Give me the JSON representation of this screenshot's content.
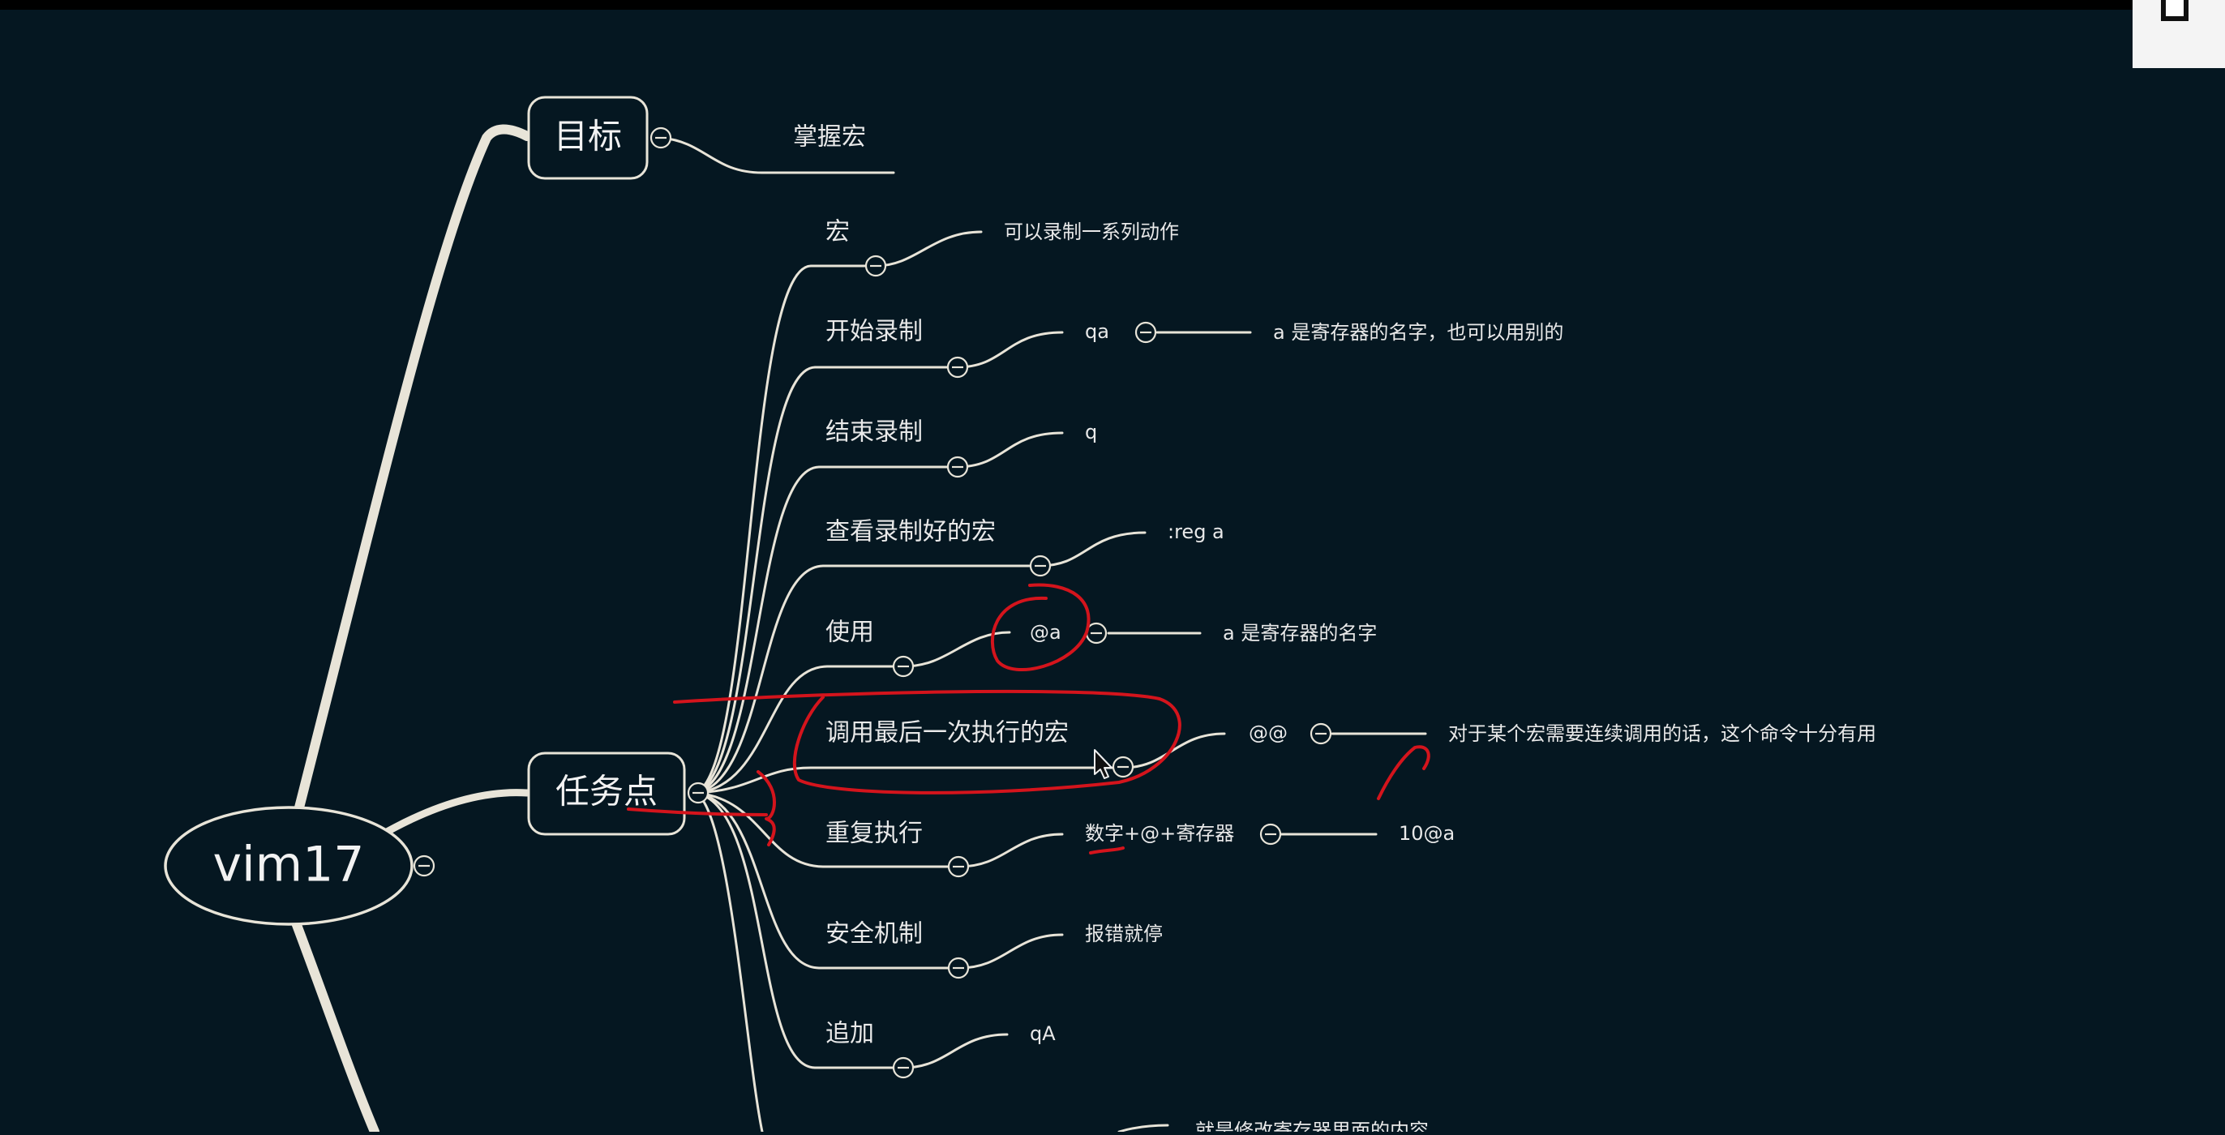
{
  "root": {
    "label": "vim17"
  },
  "goal": {
    "label": "目标",
    "child": "掌握宏"
  },
  "tasks": {
    "label": "任务点",
    "items": [
      {
        "label": "宏",
        "detail": "可以录制一系列动作"
      },
      {
        "label": "开始录制",
        "detail": "qa",
        "note": "a 是寄存器的名字，也可以用别的"
      },
      {
        "label": "结束录制",
        "detail": "q"
      },
      {
        "label": "查看录制好的宏",
        "detail": ":reg a"
      },
      {
        "label": "使用",
        "detail": "@a",
        "note": "a 是寄存器的名字"
      },
      {
        "label": "调用最后一次执行的宏",
        "detail": "@@",
        "note": "对于某个宏需要连续调用的话，这个命令十分有用"
      },
      {
        "label": "重复执行",
        "detail": "数字+@+寄存器",
        "note": "10@a"
      },
      {
        "label": "安全机制",
        "detail": "报错就停"
      },
      {
        "label": "追加",
        "detail": "qA"
      },
      {
        "label": "",
        "detail": "就是修改寄存器里面的内容"
      }
    ]
  },
  "colors": {
    "background": "#051721",
    "line": "#e8e4d8",
    "text": "#e9e9e9",
    "annotation": "#d4141c"
  },
  "icons": {
    "collapse": "collapse-minus-icon",
    "cursor": "mouse-cursor-icon"
  }
}
